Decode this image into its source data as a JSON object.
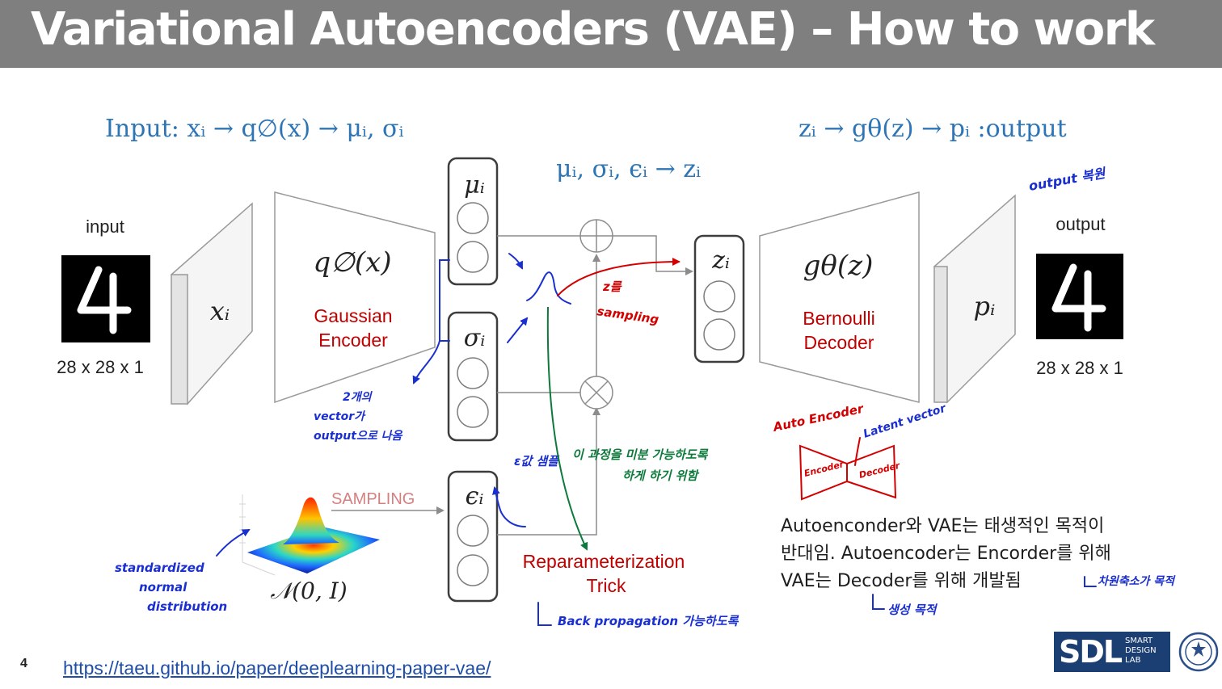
{
  "slide": {
    "title": "Variational Autoencoders (VAE) – How to work",
    "page_number": "4",
    "source_url": "https://taeu.github.io/paper/deeplearning-paper-vae/"
  },
  "formulas": {
    "input_chain": "Input: xᵢ → q∅(x) → μᵢ, σᵢ",
    "output_chain": "zᵢ → gθ(z) → pᵢ :output",
    "reparam_chain": "μᵢ, σᵢ, ϵᵢ → zᵢ"
  },
  "input_image": {
    "label": "input",
    "dims": "28 x 28 x 1",
    "digit": "4"
  },
  "output_image": {
    "label": "output",
    "dims": "28 x 28 x 1",
    "digit": "4"
  },
  "input_layer": {
    "symbol": "xᵢ"
  },
  "output_layer": {
    "symbol": "pᵢ"
  },
  "encoder": {
    "symbol": "q∅(x)",
    "name_line1": "Gaussian",
    "name_line2": "Encoder"
  },
  "decoder": {
    "symbol": "gθ(z)",
    "name_line1": "Bernoulli",
    "name_line2": "Decoder"
  },
  "vectors": {
    "mu": "μᵢ",
    "sigma": "σᵢ",
    "epsilon": "ϵᵢ",
    "z": "zᵢ"
  },
  "distribution": {
    "label": "𝒩(0, I)",
    "sampling": "SAMPLING"
  },
  "trick": {
    "line1": "Reparameterization",
    "line2": "Trick"
  },
  "note": {
    "line1": "Autoenconder와 VAE는 태생적인 목적이",
    "line2": "반대임. Autoencoder는 Encorder를 위해",
    "line3": "VAE는 Decoder를 위해 개발됨"
  },
  "handwriting": {
    "output_restore": "output 복원",
    "z_sampling_1": "z를",
    "z_sampling_2": "sampling",
    "two_vectors_1": "2개의",
    "two_vectors_2": "vector가",
    "two_vectors_3": "output으로 나옴",
    "eps_sampling": "ε값 샘플",
    "differentiable_1": "이 과정을 미분 가능하도록",
    "differentiable_2": "하게 하기 위함",
    "std_normal_1": "standardized",
    "std_normal_2": "normal",
    "std_normal_3": "distribution",
    "backprop": "Back propagation 가능하도록",
    "ae_title": "Auto Encoder",
    "latent_vector": "Latent vector",
    "ae_encoder": "Encoder",
    "ae_decoder": "Decoder",
    "dim_reduction": "차원축소가 목적",
    "generation": "생성 목적"
  },
  "colors": {
    "title_bar": "#7f7f7f",
    "formula_blue": "#2e75b6",
    "label_red": "#c00000",
    "ink_blue": "#1a2fd0",
    "ink_red": "#d40000",
    "ink_green": "#0d7a3c",
    "logo_navy": "#1c3f73"
  }
}
